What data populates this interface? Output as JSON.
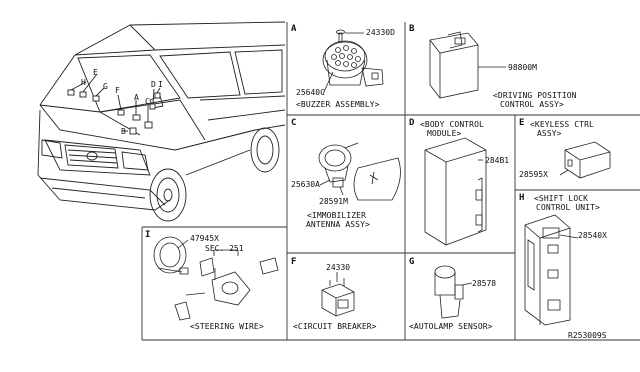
{
  "vehicle_callouts": [
    "H",
    "E",
    "G",
    "F",
    "A",
    "C",
    "D",
    "I",
    "B"
  ],
  "sections": {
    "A": {
      "letter": "A",
      "parts": [
        "24330D",
        "25640C"
      ],
      "caption": "<BUZZER ASSEMBLY>"
    },
    "B": {
      "letter": "B",
      "parts": [
        "98800M"
      ],
      "caption_lines": [
        "<DRIVING POSITION",
        "CONTROL ASSY>"
      ]
    },
    "C": {
      "letter": "C",
      "parts": [
        "25630A",
        "28591M"
      ],
      "caption_lines": [
        "<IMMOBILIZER",
        "ANTENNA ASSY>"
      ]
    },
    "D": {
      "letter": "D",
      "caption_lines": [
        "<BODY CONTROL",
        "MODULE>"
      ],
      "parts": [
        "284B1"
      ]
    },
    "E": {
      "letter": "E",
      "caption_lines": [
        "<KEYLESS CTRL",
        "ASSY>"
      ],
      "parts": [
        "28595X"
      ]
    },
    "F": {
      "letter": "F",
      "parts": [
        "24330"
      ],
      "caption": "<CIRCUIT BREAKER>"
    },
    "G": {
      "letter": "G",
      "parts": [
        "28578"
      ],
      "caption": "<AUTOLAMP SENSOR>"
    },
    "H": {
      "letter": "H",
      "caption_lines": [
        "<SHIFT LOCK",
        "CONTROL UNIT>"
      ],
      "parts": [
        "28540X"
      ]
    },
    "I": {
      "letter": "I",
      "parts": [
        "47945X"
      ],
      "sec_ref": "SEC. 251",
      "caption": "<STEERING WIRE>"
    }
  },
  "drawing_number": "R253009S"
}
